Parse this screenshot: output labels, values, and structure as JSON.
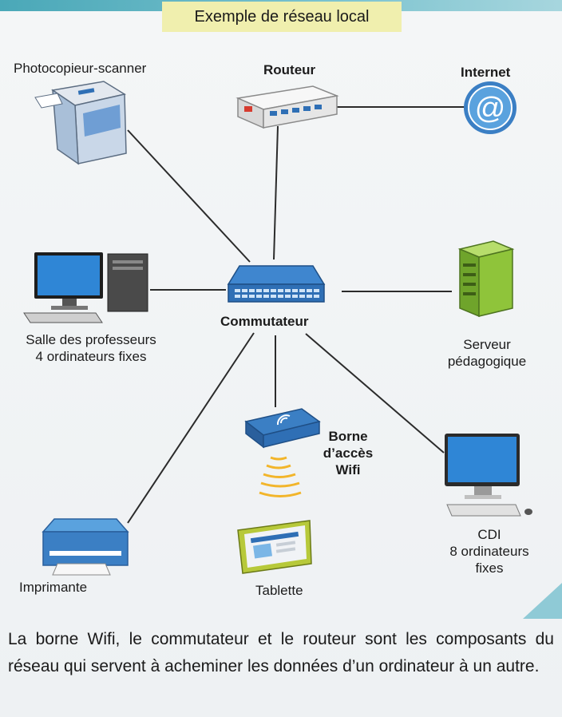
{
  "title": "Exemple de réseau local",
  "labels": {
    "photocopier": "Photocopieur-scanner",
    "router": "Routeur",
    "internet": "Internet",
    "switch": "Commutateur",
    "staff_room_l1": "Salle des professeurs",
    "staff_room_l2": "4 ordinateurs fixes",
    "server_l1": "Serveur",
    "server_l2": "pédagogique",
    "wifi_l1": "Borne",
    "wifi_l2": "d’accès",
    "wifi_l3": "Wifi",
    "cdi_l1": "CDI",
    "cdi_l2": "8 ordinateurs",
    "cdi_l3": "fixes",
    "printer": "Imprimante",
    "tablet": "Tablette"
  },
  "internet_symbol": "@",
  "caption": "La borne Wifi, le commutateur et le routeur sont les composants du réseau qui servent à acheminer les données d’un ordinateur à un autre.",
  "colors": {
    "title_bg": "#f0efae",
    "device_blue": "#2f6fb5",
    "server_green": "#8fc43a",
    "tablet_frame": "#b7c93a",
    "wifi_waves": "#f2b52a"
  }
}
